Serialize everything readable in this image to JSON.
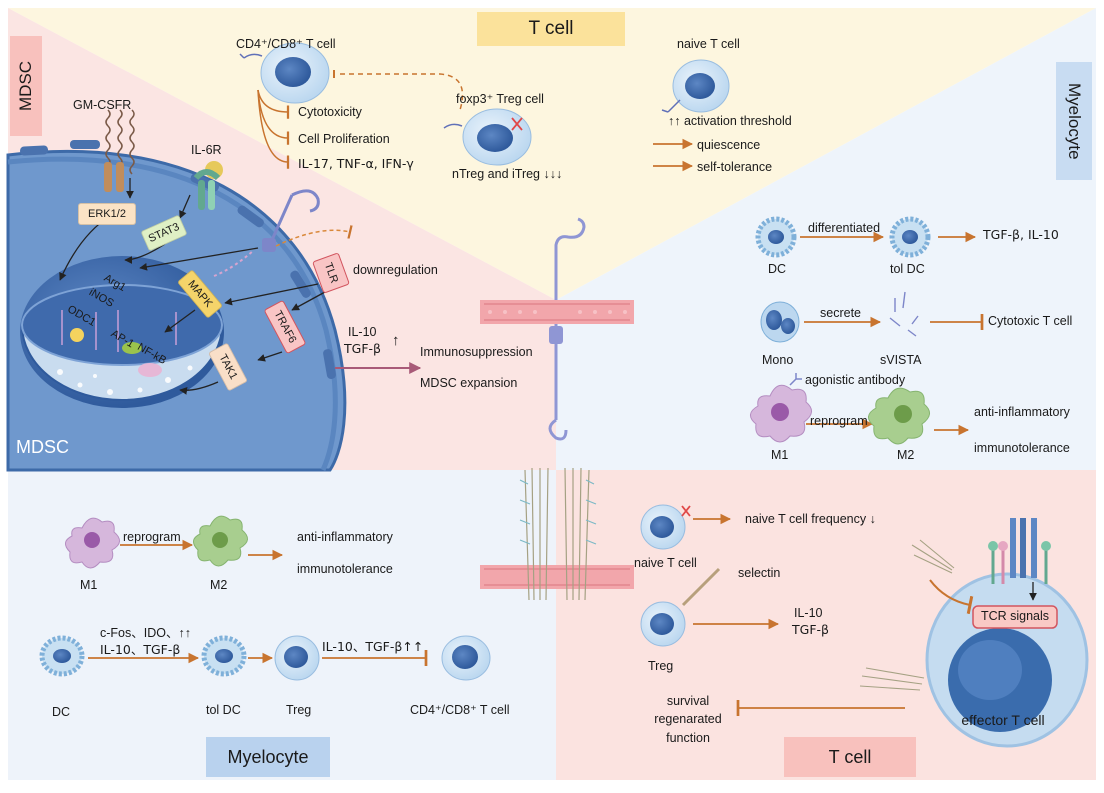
{
  "badges": {
    "t_cell_top": "T cell",
    "mdsc": "MDSC",
    "myelocyte_right": "Myelocyte",
    "myelocyte_bottom": "Myelocyte",
    "t_cell_bottom": "T cell"
  },
  "mdsc_cell": {
    "label": "MDSC",
    "gm_csfr": "GM-CSFR",
    "il6r": "IL-6R",
    "erk": "ERK1/2",
    "stat3": "STAT3",
    "mapk": "MAPK",
    "tlr": "TLR",
    "traf6": "TRAF6",
    "tak1": "TAK1",
    "downregulation": "downregulation",
    "nucleus_genes": [
      "Arg1",
      "iNOS",
      "ODC1",
      "AP-1",
      "NF-kB"
    ]
  },
  "center": {
    "il10": "IL-10",
    "tgfb": "TGF-β",
    "up_arrow": "↑",
    "immunosuppression": "Immunosuppression",
    "mdsc_expansion": "MDSC expansion"
  },
  "top_tcell": {
    "cd4_cd8": "CD4⁺/CD8⁺ T cell",
    "cytotoxicity": "Cytotoxicity",
    "proliferation": "Cell Proliferation",
    "cytokines": "IL-17, TNF-α,   IFN-γ",
    "foxp3": "foxp3⁺ Treg cell",
    "ntreg": "nTreg and iTreg  ↓↓↓",
    "naive": "naive T cell",
    "activation": "↑↑  activation threshold",
    "quiescence": "quiescence",
    "self_tolerance": "self-tolerance"
  },
  "right_myelocyte": {
    "dc": "DC",
    "differentiated": "differentiated",
    "tol_dc": "tol DC",
    "tgfb_il10": "TGF-β, IL-10",
    "mono": "Mono",
    "secrete": "secrete",
    "svista": "sVISTA",
    "cytotoxic_t": "Cytotoxic T cell",
    "agonistic": "agonistic antibody",
    "m1": "M1",
    "reprogram": "reprogram",
    "m2": "M2",
    "anti_inflammatory": "anti-inflammatory",
    "immunotolerance": "immunotolerance"
  },
  "bottom_myelocyte": {
    "m1": "M1",
    "reprogram": "reprogram",
    "m2": "M2",
    "anti_inflammatory": "anti-inflammatory",
    "immunotolerance": "immunotolerance",
    "cfos": "c-Fos、IDO、↑↑",
    "il10_tgfb": "IL-10、TGF-β",
    "dc": "DC",
    "tol_dc": "tol DC",
    "treg": "Treg",
    "il10_tgfb_up": "IL-10、TGF-β↑↑",
    "cd4_cd8": "CD4⁺/CD8⁺ T cell"
  },
  "bottom_tcell": {
    "naive_freq": "naive T cell frequency  ↓",
    "naive": "naive T cell",
    "selectin": "selectin",
    "il10": "IL-10",
    "tgfb": "TGF-β",
    "treg": "Treg",
    "survival": "survival",
    "regenarated": "regenarated",
    "function": "function",
    "tcr": "TCR signals",
    "effector": "effector T cell"
  }
}
